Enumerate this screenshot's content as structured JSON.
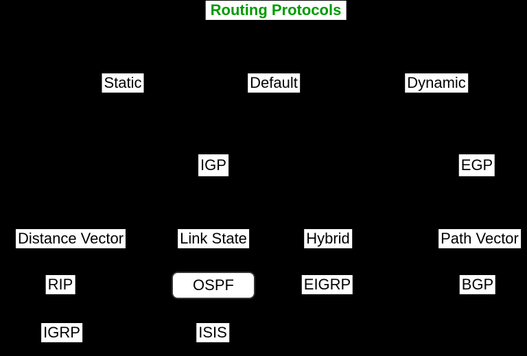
{
  "colors": {
    "background": "#000000",
    "title_text": "#009B00",
    "node_background": "#ffffff",
    "node_text": "#000000",
    "highlight_border": "#333333"
  },
  "title": "Routing Protocols",
  "nodes": {
    "static": "Static",
    "default": "Default",
    "dynamic": "Dynamic",
    "igp": "IGP",
    "egp": "EGP",
    "distance_vector": "Distance Vector",
    "link_state": "Link State",
    "hybrid": "Hybrid",
    "path_vector": "Path Vector",
    "rip": "RIP",
    "ospf": "OSPF",
    "eigrp": "EIGRP",
    "bgp": "BGP",
    "igrp": "IGRP",
    "isis": "ISIS"
  },
  "highlighted_node": "OSPF"
}
